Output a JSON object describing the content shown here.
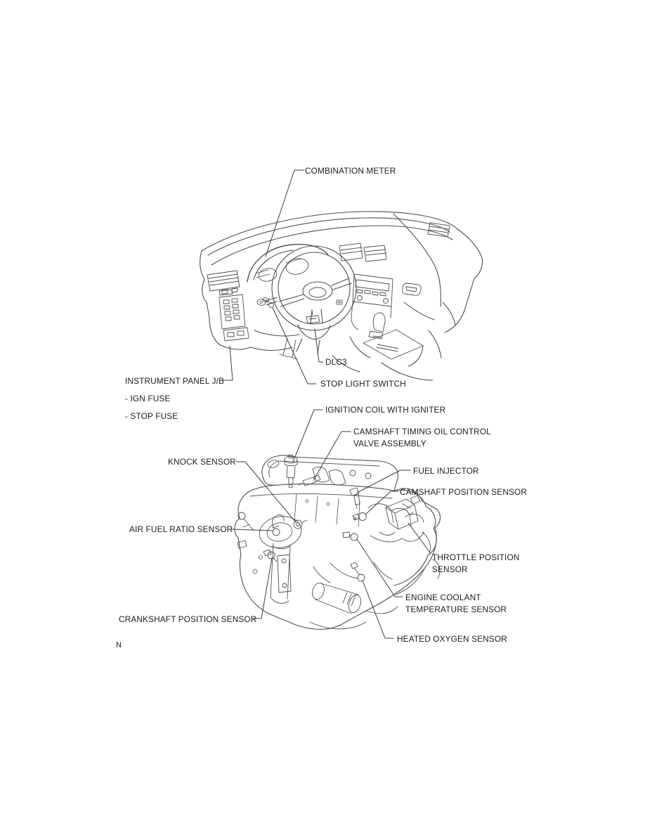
{
  "page": {
    "background_color": "#ffffff",
    "line_color": "#4f4f4f",
    "text_color": "#1b1b1b",
    "page_marker": "N"
  },
  "dashboard_diagram": {
    "labels": {
      "combination_meter": "COMBINATION METER",
      "instrument_panel_jb": "INSTRUMENT PANEL J/B",
      "ign_fuse": "- IGN FUSE",
      "stop_fuse": "- STOP FUSE",
      "dlc3": "DLC3",
      "stop_light_switch": "STOP LIGHT SWITCH"
    }
  },
  "engine_diagram": {
    "labels": {
      "ignition_coil_with_igniter": "IGNITION COIL WITH IGNITER",
      "camshaft_timing_oil_control_valve_assembly": "CAMSHAFT TIMING OIL CONTROL\nVALVE ASSEMBLY",
      "knock_sensor": "KNOCK SENSOR",
      "fuel_injector": "FUEL INJECTOR",
      "camshaft_position_sensor": "CAMSHAFT POSITION SENSOR",
      "air_fuel_ratio_sensor": "AIR FUEL RATIO SENSOR",
      "throttle_position_sensor": "THROTTLE POSITION\nSENSOR",
      "engine_coolant_temperature_sensor": "ENGINE COOLANT\nTEMPERATURE SENSOR",
      "crankshaft_position_sensor": "CRANKSHAFT POSITION SENSOR",
      "heated_oxygen_sensor": "HEATED OXYGEN SENSOR"
    }
  }
}
